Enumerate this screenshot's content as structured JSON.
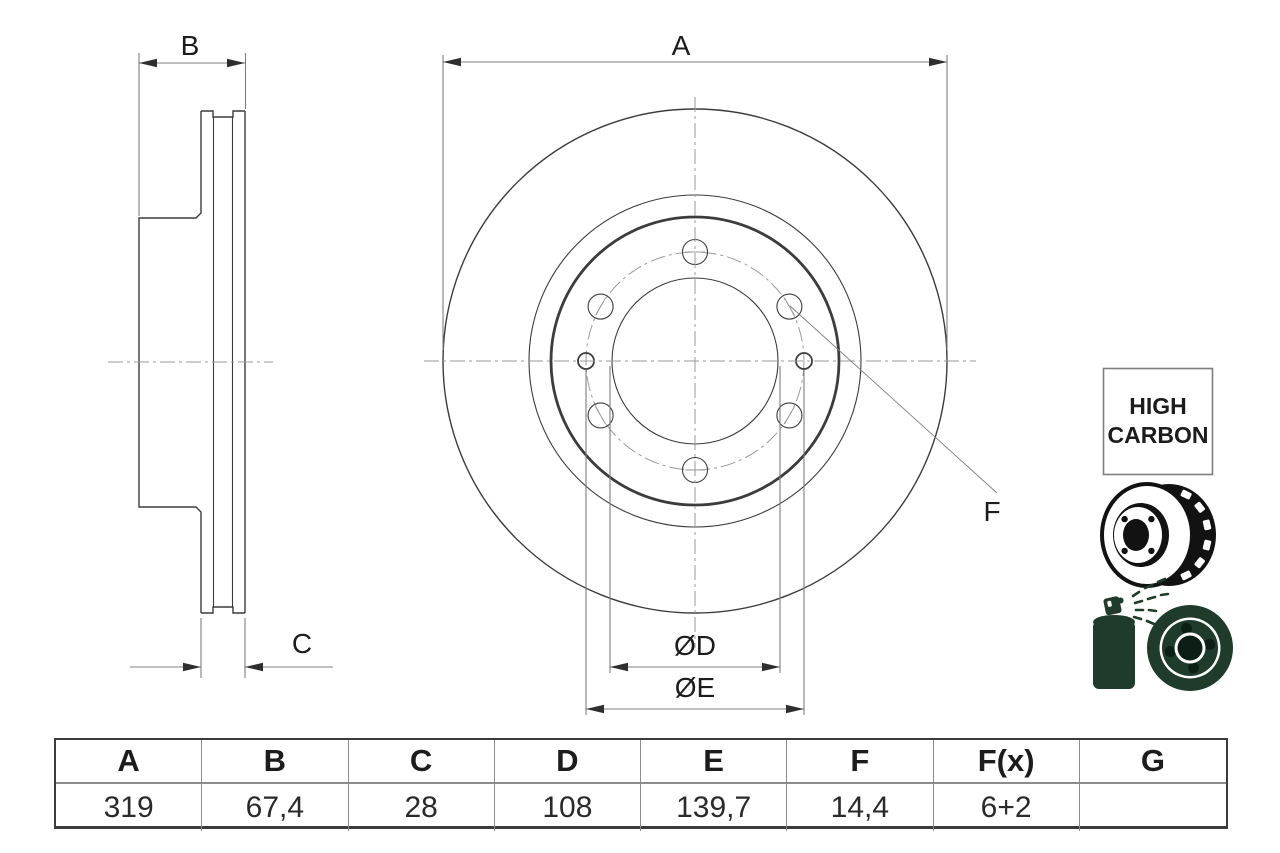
{
  "colors": {
    "line": "#3c3c3c",
    "dim": "#7f7f7f",
    "arrow": "#2e2e2e",
    "center": "#9a9a9a",
    "text": "#1c1c1c",
    "icon_black": "#121212",
    "icon_green": "#1f3b2b",
    "icon_green_dark": "#0c1f15",
    "table_border": "#3c3c3c",
    "table_grid": "#8c8c8c"
  },
  "drawing": {
    "side_view": {
      "total_width_label": "B",
      "ring_width_label": "C"
    },
    "front_view": {
      "outer_diameter_label": "A",
      "center_bore_label": "ØD",
      "pitch_circle_label": "ØE",
      "bolt_hole_label": "F"
    },
    "badge": {
      "line1": "HIGH",
      "line2": "CARBON"
    },
    "icons": [
      {
        "name": "vented-brake-disc-icon"
      },
      {
        "name": "coating-spray-icon"
      }
    ]
  },
  "table": {
    "headers": [
      "A",
      "B",
      "C",
      "D",
      "E",
      "F",
      "F(x)",
      "G"
    ],
    "values": [
      "319",
      "67,4",
      "28",
      "108",
      "139,7",
      "14,4",
      "6+2",
      ""
    ]
  }
}
